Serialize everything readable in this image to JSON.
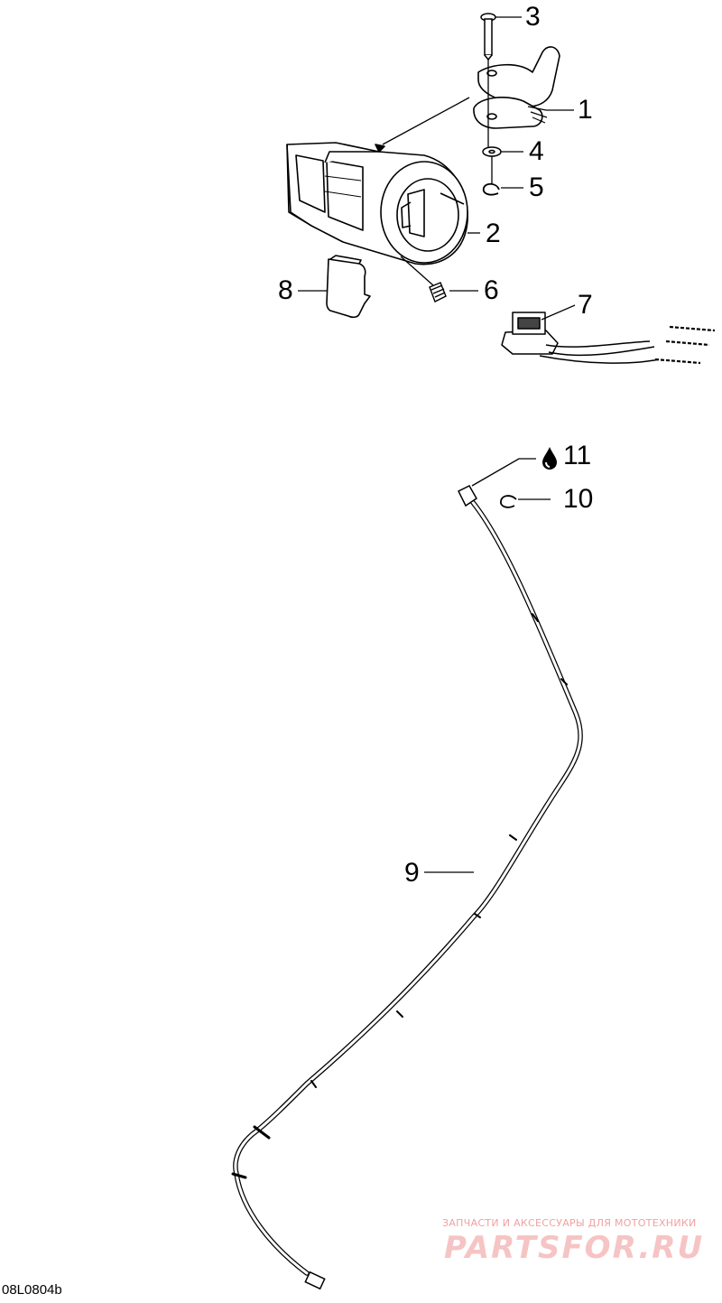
{
  "diagram": {
    "callouts": [
      {
        "id": "callout-1",
        "label": "1"
      },
      {
        "id": "callout-2",
        "label": "2"
      },
      {
        "id": "callout-3",
        "label": "3"
      },
      {
        "id": "callout-4",
        "label": "4"
      },
      {
        "id": "callout-5",
        "label": "5"
      },
      {
        "id": "callout-6",
        "label": "6"
      },
      {
        "id": "callout-7",
        "label": "7"
      },
      {
        "id": "callout-8",
        "label": "8"
      },
      {
        "id": "callout-9",
        "label": "9"
      },
      {
        "id": "callout-10",
        "label": "10"
      },
      {
        "id": "callout-11",
        "label": "11"
      }
    ],
    "drawing_code": "08L0804b",
    "watermark": {
      "caption": "ЗАПЧАСТИ И АКСЕССУАРЫ ДЛЯ МОТОТЕХНИКИ",
      "logo": "PARTSFOR.RU",
      "color": "#f6c4c4"
    },
    "line_color": "#000000",
    "icons": [
      "oil-drop-icon"
    ]
  }
}
